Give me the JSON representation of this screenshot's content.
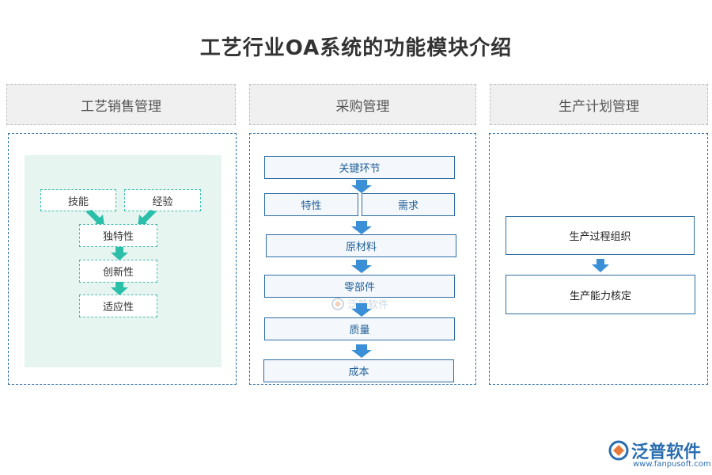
{
  "title": "工艺行业OA系统的功能模块介绍",
  "columns": [
    {
      "header": "工艺销售管理",
      "nodes": {
        "skill": "技能",
        "experience": "经验",
        "uniqueness": "独特性",
        "innovation": "创新性",
        "adaptability": "适应性"
      }
    },
    {
      "header": "采购管理",
      "nodes": {
        "key_link": "关键环节",
        "feature": "特性",
        "demand": "需求",
        "raw_material": "原材料",
        "parts": "零部件",
        "quality": "质量",
        "cost": "成本"
      }
    },
    {
      "header": "生产计划管理",
      "nodes": {
        "process_org": "生产过程组织",
        "capacity_check": "生产能力核定"
      }
    }
  ],
  "watermark": {
    "text": "泛普软件",
    "icon": "fanpu-logo-icon"
  },
  "logo": {
    "brand": "泛普软件",
    "url": "www.fanpusoft.com",
    "icon": "fanpu-logo-icon"
  },
  "colors": {
    "teal_arrow": "#2bbfa9",
    "blue_arrow": "#3a8fd6",
    "box_border": "#2f6ea3",
    "panel_bg": "#e7f5f1"
  }
}
